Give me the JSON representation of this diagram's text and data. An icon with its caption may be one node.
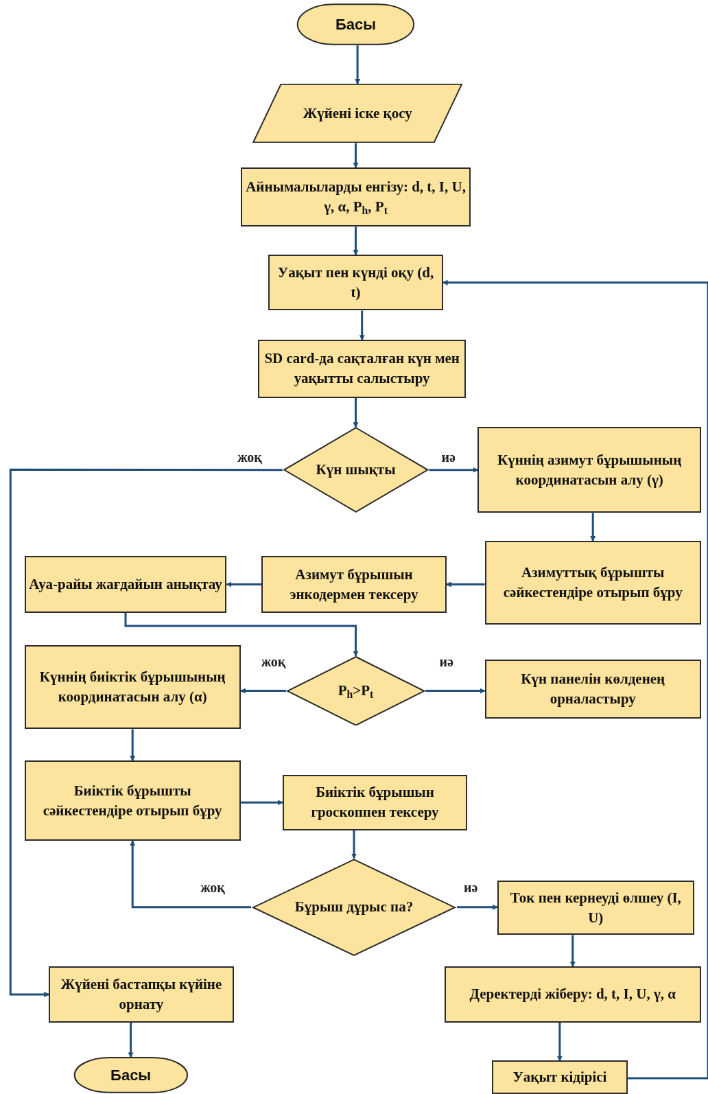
{
  "diagram": {
    "nodes": [
      {
        "text": [
          "Басы"
        ]
      },
      {
        "text": [
          "Жүйені іске қосу"
        ]
      },
      {
        "text": [
          "Айнымалыларды енгізу: d, t, I, U, γ, α, P$_{h}$, P$_{t}$"
        ]
      },
      {
        "text": [
          "Уақыт пен күнді оқу (d, t)"
        ]
      },
      {
        "text": [
          "SD card-да сақталған күн мен уақытты салыстыру"
        ]
      },
      {
        "text": [
          "Күн шықты"
        ]
      },
      {
        "text": [
          "Күннің азимут бұрышының координатасын алу (γ)"
        ]
      },
      {
        "text": [
          "Азимуттық бұрышты сәйкестендіре отырып бұру"
        ]
      },
      {
        "text": [
          "Азимут бұрышын энкодермен тексеру"
        ]
      },
      {
        "text": [
          "Ауа-райы жағдайын анықтау"
        ]
      },
      {
        "text": [
          "P$_{h}$>P$_{t}$"
        ]
      },
      {
        "text": [
          "Күннің биіктік бұрышының координатасын алу (α)"
        ]
      },
      {
        "text": [
          "Күн панелін көлденең орналастыру"
        ]
      },
      {
        "text": [
          "Биіктік бұрышты сәйкестендіре отырып бұру"
        ]
      },
      {
        "text": [
          "Биіктік бұрышын гроскоппен тексеру"
        ]
      },
      {
        "text": [
          "Бұрыш дұрыс па?"
        ]
      },
      {
        "text": [
          "Ток пен кернеуді өлшеу (I, U)"
        ]
      },
      {
        "text": [
          "Деректерді жіберу: d, t, I, U, γ, α"
        ]
      },
      {
        "text": [
          "Уақыт кідірісі"
        ]
      },
      {
        "text": [
          "Жүйені бастапқы күйіне орнату"
        ]
      },
      {
        "text": [
          "Басы"
        ]
      }
    ],
    "edges": [
      {
        "from": 0,
        "to": 1,
        "arrow": "to"
      },
      {
        "from": 1,
        "to": 2,
        "arrow": "to"
      },
      {
        "from": 2,
        "to": 3,
        "arrow": "to"
      },
      {
        "from": 3,
        "to": 4,
        "arrow": "to"
      },
      {
        "from": 4,
        "to": 5,
        "arrow": "to"
      },
      {
        "from": 5,
        "to": 6,
        "arrow": "to",
        "label": "иә"
      },
      {
        "from": 5,
        "to": 19,
        "arrow": "to",
        "label": "жоқ"
      },
      {
        "from": 6,
        "to": 7,
        "arrow": "to"
      },
      {
        "from": 7,
        "to": 8,
        "arrow": "to"
      },
      {
        "from": 8,
        "to": 9,
        "arrow": "to"
      },
      {
        "from": 9,
        "to": 10,
        "arrow": "to"
      },
      {
        "from": 10,
        "to": 11,
        "arrow": "to",
        "label": "жоқ"
      },
      {
        "from": 10,
        "to": 12,
        "arrow": "to",
        "label": "иә"
      },
      {
        "from": 11,
        "to": 13,
        "arrow": "to"
      },
      {
        "from": 13,
        "to": 14,
        "arrow": "to"
      },
      {
        "from": 14,
        "to": 15,
        "arrow": "to"
      },
      {
        "from": 15,
        "to": 13,
        "arrow": "to",
        "label": "жоқ"
      },
      {
        "from": 15,
        "to": 16,
        "arrow": "to",
        "label": "иә"
      },
      {
        "from": 16,
        "to": 17,
        "arrow": "to"
      },
      {
        "from": 17,
        "to": 18,
        "arrow": "to"
      },
      {
        "from": 18,
        "to": 3,
        "arrow": "to"
      },
      {
        "from": 19,
        "to": 20,
        "arrow": "to"
      }
    ]
  }
}
